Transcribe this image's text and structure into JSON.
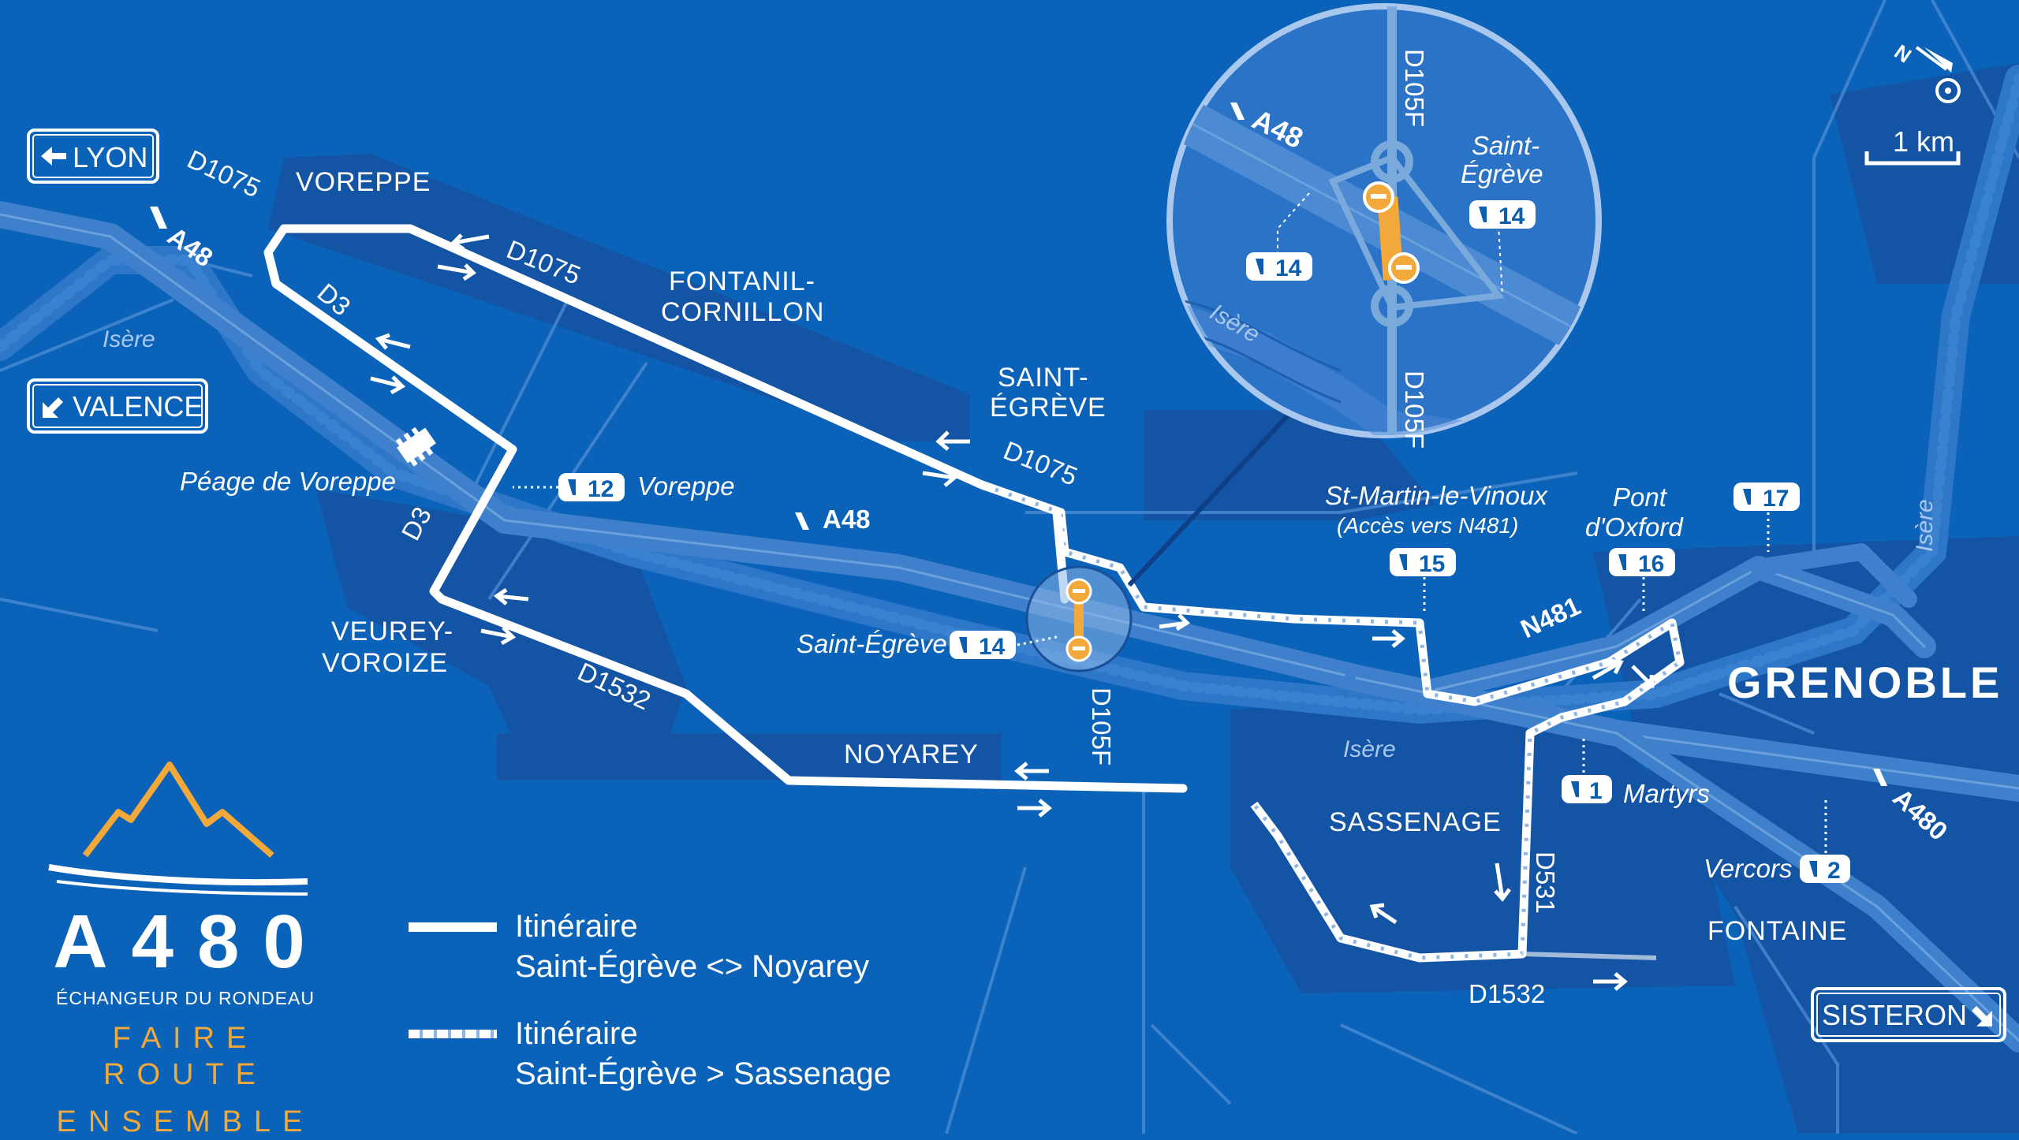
{
  "labels": {
    "voreppe": "VOREPPE",
    "fontanil_1": "FONTANIL-",
    "fontanil_2": "CORNILLON",
    "saint_egreve_1": "SAINT-",
    "saint_egreve_2": "ÉGRÈVE",
    "veurey_1": "VEUREY-",
    "veurey_2": "VOROIZE",
    "noyarey": "NOYAREY",
    "sassenage": "SASSENAGE",
    "fontaine": "FONTAINE",
    "grenoble": "GRENOBLE",
    "peage": "Péage de Voreppe",
    "st_martin_1": "St-Martin-le-Vinoux",
    "st_martin_2": "(Accès vers N481)",
    "pont_1": "Pont",
    "pont_2": "d'Oxford",
    "exit12_name": "Voreppe",
    "exit14_name": "Saint-Égrève",
    "exit1_name": "Martyrs",
    "exit2_name": "Vercors",
    "isere": "Isère"
  },
  "roads": {
    "a48": "A48",
    "a480": "A480",
    "n481": "N481",
    "d1075": "D1075",
    "d3": "D3",
    "d1532": "D1532",
    "d105f": "D105F",
    "d531": "D531"
  },
  "exits": {
    "e12": "12",
    "e14": "14",
    "e15": "15",
    "e16": "16",
    "e17": "17",
    "e1": "1",
    "e2": "2"
  },
  "directions": {
    "lyon": "LYON",
    "valence": "VALENCE",
    "sisteron": "SISTERON"
  },
  "inset": {
    "a48": "A48",
    "d105f_top": "D105F",
    "d105f_bottom": "D105F",
    "city_1": "Saint-",
    "city_2": "Égrève",
    "exit": "14",
    "isere": "Isère"
  },
  "compass": {
    "north": "N"
  },
  "scale": {
    "label": "1 km"
  },
  "logo": {
    "title": "A480",
    "subtitle": "ÉCHANGEUR DU RONDEAU",
    "slogan_1": "FAIRE ROUTE",
    "slogan_2": "ENSEMBLE"
  },
  "legend": {
    "solid_1": "Itinéraire",
    "solid_2": "Saint-Égrève <> Noyarey",
    "dashed_1": "Itinéraire",
    "dashed_2": "Saint-Égrève > Sassenage"
  },
  "colors": {
    "background": "#0a63b8",
    "urban": "#1454a4",
    "highway": "#3f80cc",
    "route": "#ffffff",
    "toll_marker": "#f3a93a",
    "inset_fill": "#2a73c6",
    "inset_border": "#aac8ee"
  }
}
